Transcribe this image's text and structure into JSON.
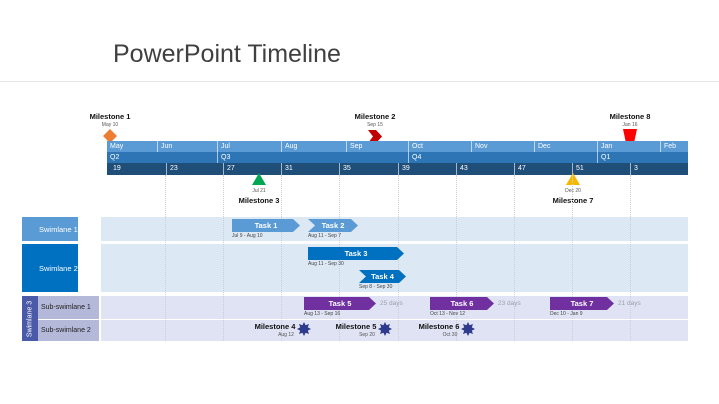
{
  "slide": {
    "title": "PowerPoint Timeline"
  },
  "milestones_top": [
    {
      "label": "Milestone 1",
      "date": "May 10",
      "color": "#ed7d31",
      "shape": "diamond"
    },
    {
      "label": "Milestone 2",
      "date": "Sep 15",
      "color": "#c00000",
      "shape": "chevron"
    },
    {
      "label": "Milestone 8",
      "date": "Jan 16",
      "color": "#ff0000",
      "shape": "cup"
    }
  ],
  "milestones_bottom": [
    {
      "label": "Milestone 3",
      "date": "Jul 21",
      "color": "#00a651",
      "shape": "triangle"
    },
    {
      "label": "Milestone 7",
      "date": "Dec 20",
      "color": "#f5b800",
      "shape": "triangle"
    }
  ],
  "scale": {
    "months": [
      "May",
      "Jun",
      "Jul",
      "Aug",
      "Sep",
      "Oct",
      "Nov",
      "Dec",
      "Jan",
      "Feb"
    ],
    "quarters": [
      "Q2",
      "Q3",
      "Q4",
      "Q1"
    ],
    "weeks": [
      "19",
      "23",
      "27",
      "31",
      "35",
      "39",
      "43",
      "47",
      "51",
      "3"
    ]
  },
  "swimlanes": [
    {
      "title": "Swimlane 1",
      "color": "#5b9bd5"
    },
    {
      "title": "Swimlane 2",
      "color": "#0070c0"
    },
    {
      "title": "Swimlane 3",
      "color": "#4a5aa8"
    }
  ],
  "sub_swimlanes": [
    "Sub-swimlane 1",
    "Sub-swimlane 2"
  ],
  "tasks": [
    {
      "label": "Task 1",
      "dates": "Jul 9 - Aug 10",
      "color": "#5b9bd5"
    },
    {
      "label": "Task 2",
      "dates": "Aug 11 - Sep 7",
      "color": "#5b9bd5"
    },
    {
      "label": "Task 3",
      "dates": "Aug 11 - Sep 30",
      "color": "#0070c0"
    },
    {
      "label": "Task 4",
      "dates": "Sep 8 - Sep 30",
      "color": "#0070c0"
    },
    {
      "label": "Task 5",
      "dates": "Aug 13 - Sep 16",
      "duration": "25 days",
      "color": "#7030a0"
    },
    {
      "label": "Task 6",
      "dates": "Oct 13 - Nov 12",
      "duration": "23 days",
      "color": "#7030a0"
    },
    {
      "label": "Task 7",
      "dates": "Dec 10 - Jan 9",
      "duration": "21 days",
      "color": "#7030a0"
    }
  ],
  "lane_milestones": [
    {
      "label": "Milestone 4",
      "date": "Aug 12",
      "color": "#2e3a8c"
    },
    {
      "label": "Milestone 5",
      "date": "Sep 20",
      "color": "#2e3a8c"
    },
    {
      "label": "Milestone 6",
      "date": "Oct 30",
      "color": "#2e3a8c"
    }
  ]
}
